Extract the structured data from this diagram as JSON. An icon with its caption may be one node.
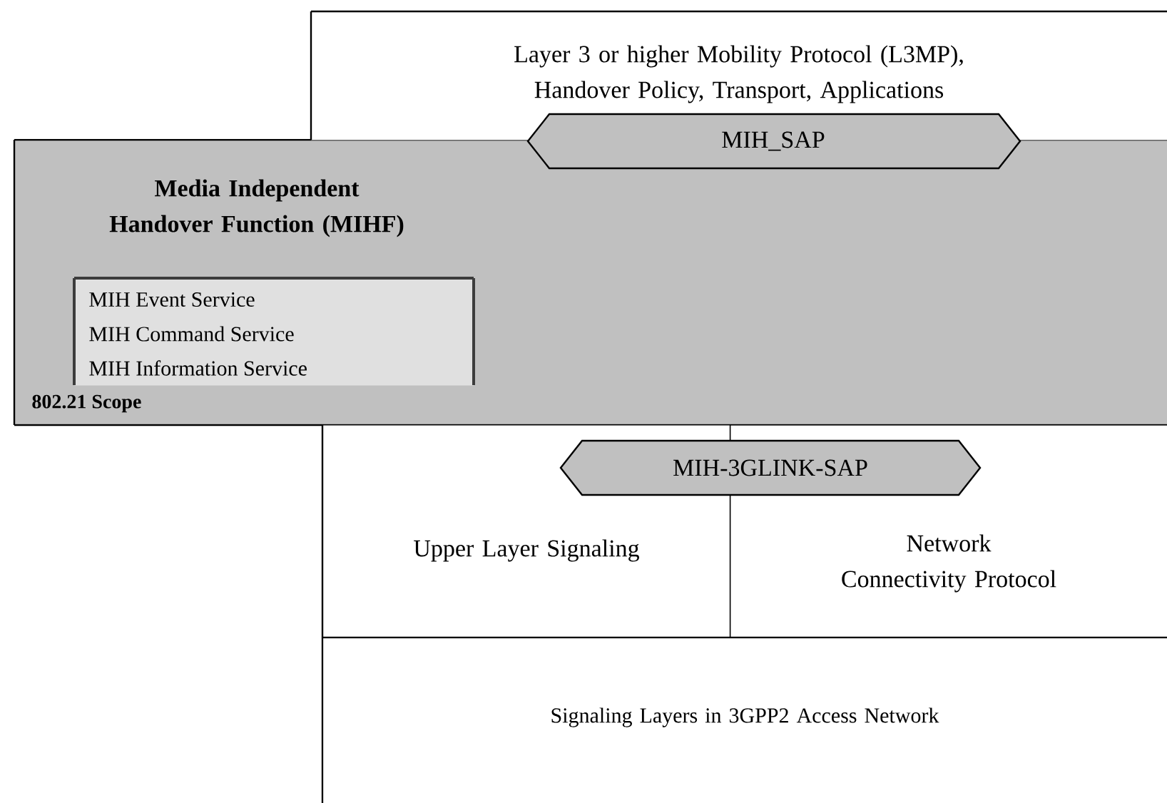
{
  "diagram": {
    "nodes": [
      {
        "text": [
          "Layer 3 or higher Mobility Protocol (L3MP), Handover Policy, Transport, Applications"
        ]
      },
      {
        "text": [
          "Media Independent Handover Function (MIHF)",
          "802.21 Scope"
        ]
      },
      {
        "text": [
          "MIH_SAP"
        ]
      },
      {
        "text": [
          "MIH Event Service",
          "MIH Command Service",
          "MIH Information Service"
        ],
        "in": 1
      },
      {
        "text": [
          "MIH-3GLINK-SAP"
        ]
      },
      {
        "text": [
          "Upper Layer Signaling"
        ]
      },
      {
        "text": [
          "Network Connectivity Protocol"
        ]
      },
      {
        "text": [
          "Signaling Layers in 3GPP2 Access Network"
        ]
      }
    ]
  }
}
